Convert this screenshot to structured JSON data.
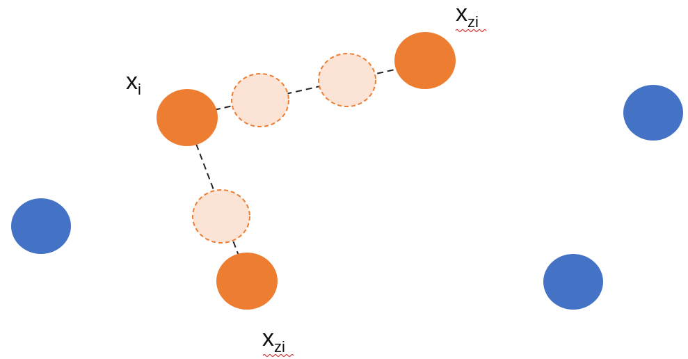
{
  "colors": {
    "orange": "#ED7D31",
    "orange_light": "#FBE3D6",
    "blue": "#4472C4",
    "edge": "#222222",
    "spellcheck": "#d33a3a"
  },
  "labels": {
    "xi": {
      "main": "x",
      "sub": "i"
    },
    "xzi_top": {
      "main": "x",
      "sub": "zi"
    },
    "xzi_bottom": {
      "main": "x",
      "sub": "zi"
    }
  }
}
